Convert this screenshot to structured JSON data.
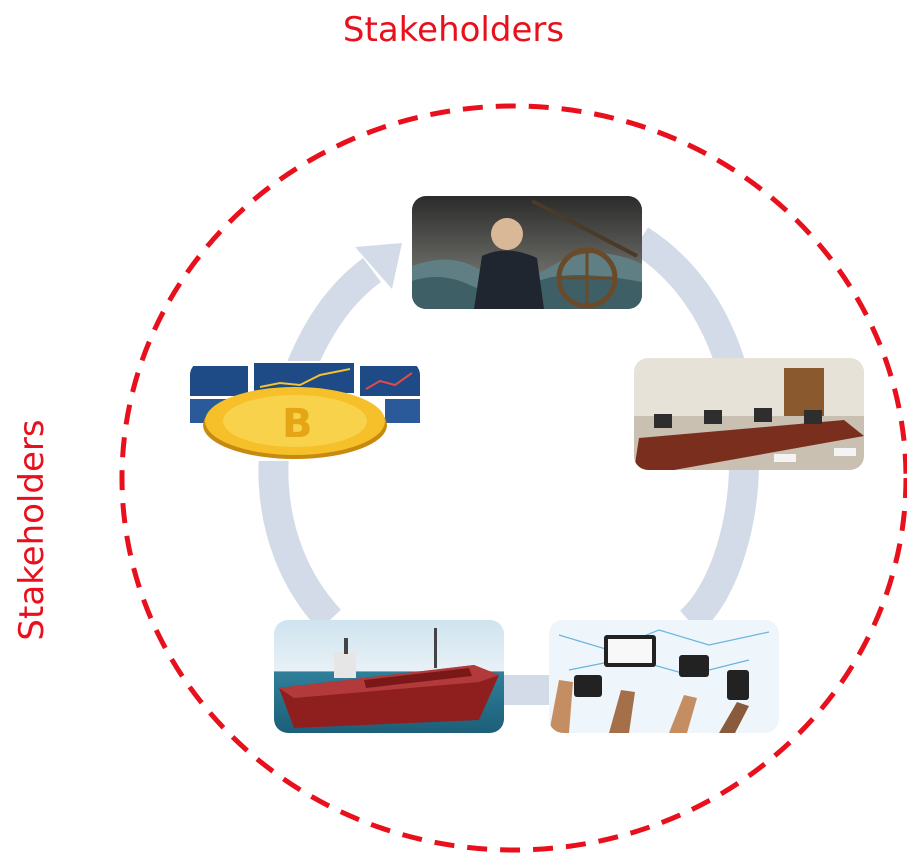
{
  "title_top": "Stakeholders",
  "title_left": "Stakeholders",
  "colors": {
    "boundary": "#e8101c",
    "cycle": "#d4dbe8",
    "label": "#e8101c"
  },
  "nodes": [
    {
      "id": "captain",
      "icon": "captain-at-helm-photo"
    },
    {
      "id": "boardroom",
      "icon": "boardroom-photo"
    },
    {
      "id": "devices",
      "icon": "connected-devices-photo"
    },
    {
      "id": "ship",
      "icon": "cargo-ship-photo"
    },
    {
      "id": "bitcoin",
      "icon": "bitcoin-markets-photo"
    }
  ]
}
